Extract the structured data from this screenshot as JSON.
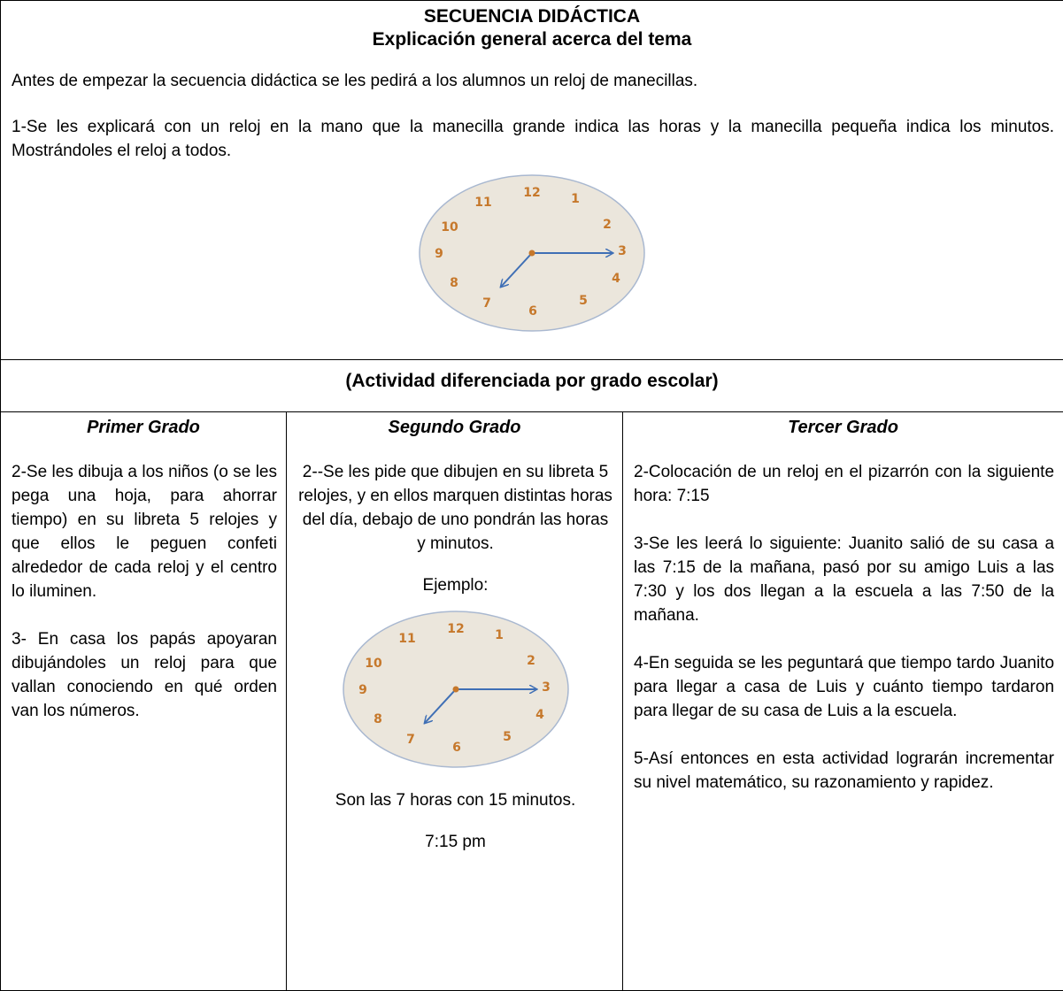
{
  "header": {
    "title": "SECUENCIA DIDÁCTICA",
    "subtitle": "Explicación general acerca del tema"
  },
  "intro": {
    "paragraph1": "Antes de empezar la secuencia didáctica se les pedirá a los alumnos un reloj de manecillas.",
    "paragraph2": "1-Se les explicará con un reloj en la mano que la manecilla grande indica las horas y la manecilla pequeña indica los minutos. Mostrándoles el reloj a todos."
  },
  "clock": {
    "numbers": [
      "12",
      "1",
      "2",
      "3",
      "4",
      "5",
      "6",
      "7",
      "8",
      "9",
      "10",
      "11"
    ],
    "face_color": "#ebe6dc",
    "number_color": "#c6782b",
    "hand_color": "#3f6fb5"
  },
  "activity": {
    "title": "(Actividad diferenciada por grado escolar)"
  },
  "grades": {
    "first": {
      "heading": "Primer Grado",
      "p1": "2-Se les dibuja a los niños (o se les pega una hoja, para ahorrar tiempo) en su libreta 5 relojes y que ellos le peguen confeti alrededor de cada reloj y el centro lo iluminen.",
      "p2": "3- En casa los papás apoyaran dibujándoles un reloj para que vallan conociendo en qué orden van los números."
    },
    "second": {
      "heading": "Segundo  Grado",
      "p1": "2--Se les pide que dibujen en su libreta 5 relojes, y en ellos marquen distintas horas del día, debajo de uno pondrán las horas y minutos.",
      "example_label": "Ejemplo:",
      "caption": "Son las 7 horas con 15 minutos.",
      "time": "7:15 pm"
    },
    "third": {
      "heading": "Tercer Grado",
      "p1": "2-Colocación de un reloj en el pizarrón con la siguiente hora: 7:15",
      "p2": "3-Se les leerá lo siguiente: Juanito salió de su casa a las 7:15 de la mañana, pasó por su amigo Luis a las 7:30 y los dos llegan a la escuela a las 7:50 de la mañana.",
      "p3": "4-En seguida se les peguntará que tiempo tardo Juanito para llegar a casa de Luis y cuánto tiempo tardaron para llegar de su casa de Luis a la escuela.",
      "p4": "5-Así entonces en esta actividad lograrán incrementar su nivel matemático, su razonamiento y rapidez."
    }
  }
}
